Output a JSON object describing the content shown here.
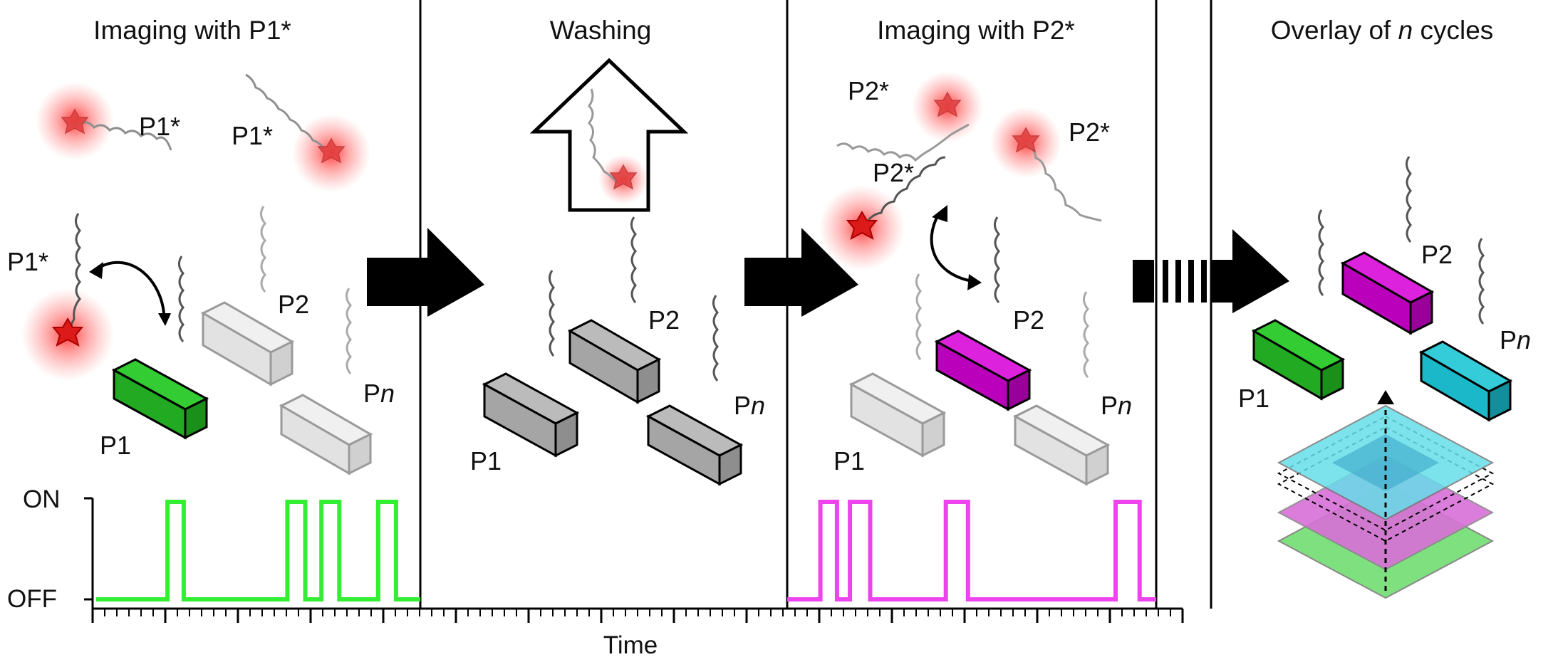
{
  "panels": [
    {
      "title": "Imaging with P1*"
    },
    {
      "title": "Washing"
    },
    {
      "title": "Imaging with P2*"
    },
    {
      "title_prefix": "Overlay of ",
      "title_var": "n",
      "title_suffix": " cycles"
    }
  ],
  "probe_labels": {
    "p1_star": "P1*",
    "p2_star": "P2*"
  },
  "target_labels": {
    "p1": "P1",
    "p2": "P2",
    "pn_prefix": "P",
    "pn_var": "n"
  },
  "signal": {
    "on_label": "ON",
    "off_label": "OFF",
    "time_label": "Time",
    "p1_trace": [
      [
        0.0,
        0
      ],
      [
        0.22,
        0
      ],
      [
        0.22,
        1
      ],
      [
        0.27,
        1
      ],
      [
        0.27,
        0
      ],
      [
        0.59,
        0
      ],
      [
        0.59,
        1
      ],
      [
        0.645,
        1
      ],
      [
        0.645,
        0
      ],
      [
        0.695,
        0
      ],
      [
        0.695,
        1
      ],
      [
        0.75,
        1
      ],
      [
        0.75,
        0
      ],
      [
        0.87,
        0
      ],
      [
        0.87,
        1
      ],
      [
        0.925,
        1
      ],
      [
        0.925,
        0
      ],
      [
        1.0,
        0
      ]
    ],
    "p2_trace": [
      [
        0.0,
        0
      ],
      [
        0.09,
        0
      ],
      [
        0.09,
        1
      ],
      [
        0.135,
        1
      ],
      [
        0.135,
        0
      ],
      [
        0.17,
        0
      ],
      [
        0.17,
        1
      ],
      [
        0.225,
        1
      ],
      [
        0.225,
        0
      ],
      [
        0.43,
        0
      ],
      [
        0.43,
        1
      ],
      [
        0.49,
        1
      ],
      [
        0.49,
        0
      ],
      [
        0.89,
        0
      ],
      [
        0.89,
        1
      ],
      [
        0.955,
        1
      ],
      [
        0.955,
        0
      ],
      [
        1.0,
        0
      ]
    ]
  },
  "colors": {
    "p1_green": "#22cc22",
    "p2_magenta": "#cc00cc",
    "pn_cyan": "#1ab8c8",
    "trace_green": "#33ee33",
    "trace_magenta": "#ee44ee",
    "fluor_red": "#ee2222",
    "inactive_box": "#e4e4e4",
    "washed_box": "#a9a9a9"
  }
}
